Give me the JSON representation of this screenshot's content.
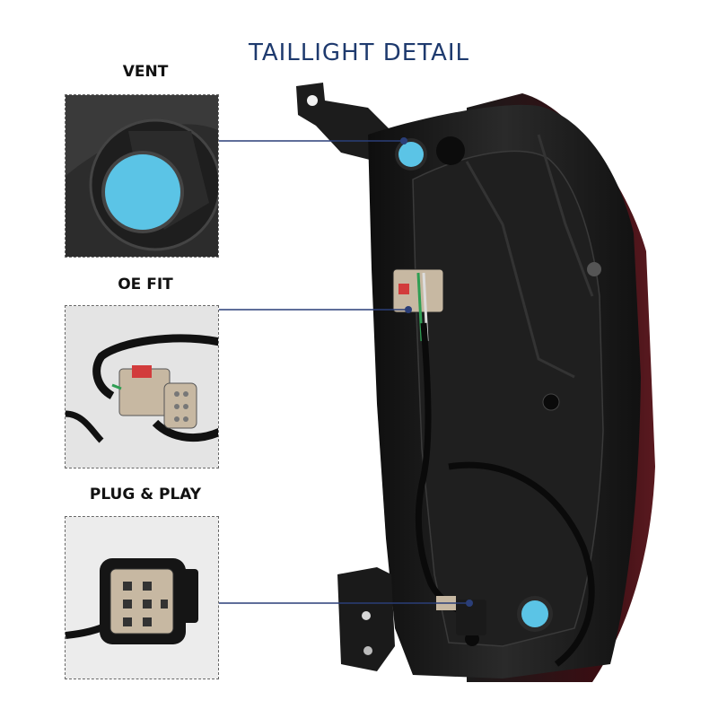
{
  "title": "TAILLIGHT DETAIL",
  "callouts": [
    {
      "label": "VENT"
    },
    {
      "label": "OE FIT"
    },
    {
      "label": "PLUG & PLAY"
    }
  ],
  "colors": {
    "title": "#1e3a6e",
    "callout_line": "#2a3e78",
    "vent_blue": "#5bc4e6",
    "housing": "#1b1b1b",
    "wire_red": "#d23c3c",
    "wire_green": "#2e9e53",
    "connector": "#c7b8a2"
  }
}
